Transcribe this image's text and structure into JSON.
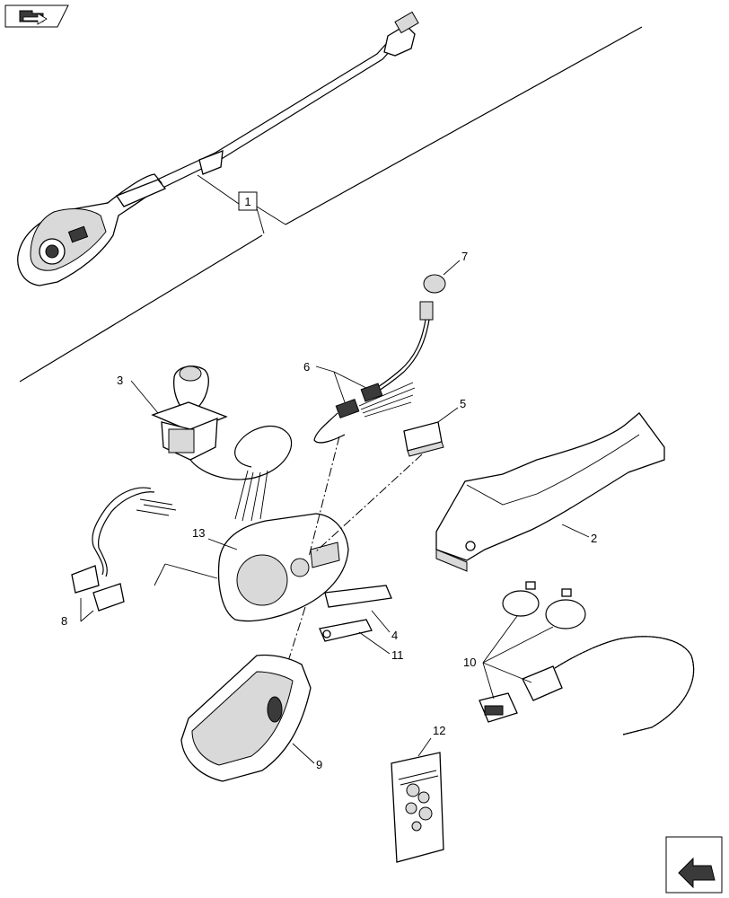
{
  "callouts": {
    "c1": "1",
    "c2": "2",
    "c3": "3",
    "c4": "4",
    "c5": "5",
    "c6": "6",
    "c7": "7",
    "c8": "8",
    "c9": "9",
    "c10": "10",
    "c11": "11",
    "c12": "12",
    "c13": "13"
  },
  "icons": {
    "top_left": "book-navigation-icon",
    "bottom_right": "next-page-arrow-icon"
  },
  "colors": {
    "line": "#000000",
    "background": "#ffffff"
  }
}
